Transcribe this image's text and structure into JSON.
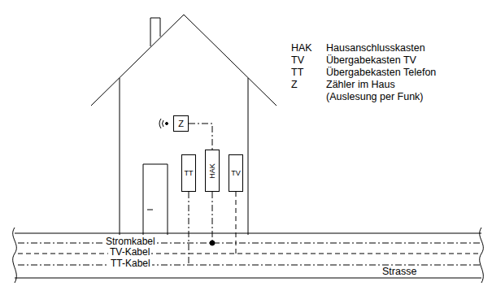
{
  "diagram": {
    "nodes": [
      {
        "text": [
          "Z"
        ]
      },
      {
        "text": [
          "TT"
        ]
      },
      {
        "text": [
          "HAK"
        ]
      },
      {
        "text": [
          "TV"
        ]
      }
    ],
    "edges": [
      {
        "from": 0,
        "to": 2,
        "arrow": "none"
      }
    ],
    "labels": [
      "HAK",
      "Hausanschlusskasten",
      "TV",
      "Übergabekasten TV",
      "TT",
      "Übergabekasten Telefon",
      "Z",
      "Zähler im Haus (Auslesung per Funk)",
      "Stromkabel",
      "TV-Kabel",
      "TT-Kabel",
      "Strasse"
    ]
  }
}
